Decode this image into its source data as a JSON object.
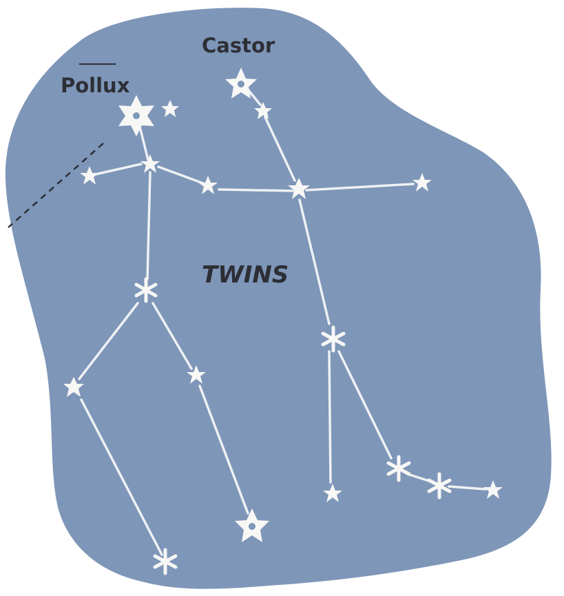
{
  "labels": {
    "castor": "Castor",
    "pollux": "Pollux",
    "constellation": "TWINS"
  },
  "colors": {
    "sky": "#7e96b8",
    "star": "#f7f7f5",
    "line": "#eef1f4",
    "text": "#2d2f36",
    "boundary": "#2b2e38"
  }
}
